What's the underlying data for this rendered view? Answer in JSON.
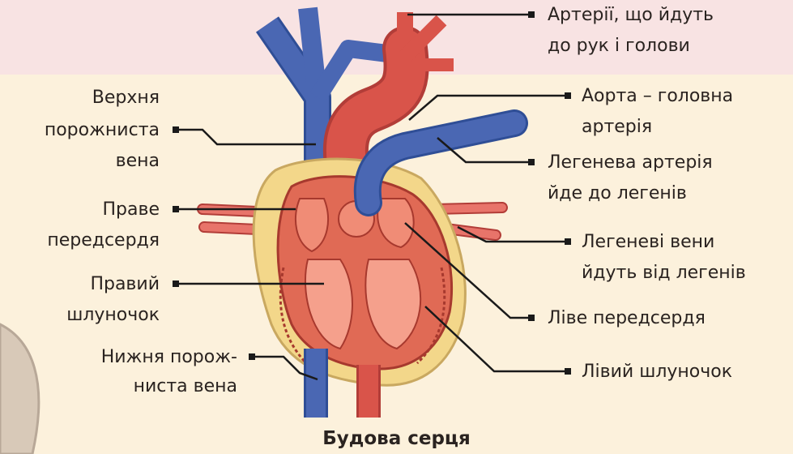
{
  "labels": {
    "arteries_head_1": "Артерії, що йдуть",
    "arteries_head_2": "до рук і голови",
    "aorta_1": "Аорта – головна",
    "aorta_2": "артерія",
    "pulm_artery_1": "Легенева артерія",
    "pulm_artery_2": "йде до легенів",
    "pulm_veins_1": "Легеневі вени",
    "pulm_veins_2": "йдуть від легенів",
    "left_atrium": "Ліве передсердя",
    "left_ventricle": "Лівий шлуночок",
    "sup_vena_1": "Верхня",
    "sup_vena_2": "порожниста",
    "sup_vena_3": "вена",
    "right_atrium_1": "Праве",
    "right_atrium_2": "передсердя",
    "right_ventricle_1": "Правий",
    "right_ventricle_2": "шлуночок",
    "inf_vena_1": "Нижня порож-",
    "inf_vena_2": "ниста вена"
  },
  "caption": "Будова серця",
  "colors": {
    "background": "#fcf1dc",
    "top_band": "#f8e3e3",
    "vein_blue": "#4a67b3",
    "artery_red": "#d9544a",
    "heart_muscle": "#e06a55",
    "fat_yellow": "#f3d78a",
    "leader_line": "#1a1a1a"
  }
}
